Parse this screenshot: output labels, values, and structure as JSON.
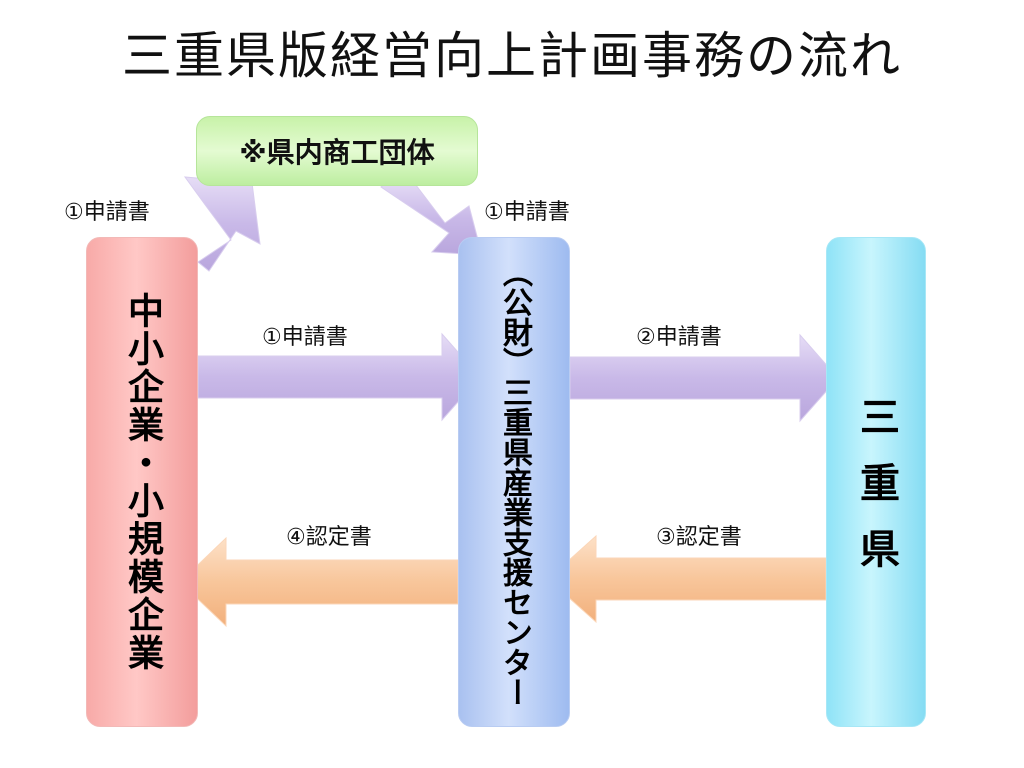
{
  "title": "三重県版経営向上計画事務の流れ",
  "nodes": {
    "sme": "中小企業・小規模企業",
    "center": "︵公財︶三重県産業支援センター",
    "prefecture": "三重県",
    "association": "※県内商工団体"
  },
  "labels": {
    "app_to_assoc": "①申請書",
    "app_from_assoc": "①申請書",
    "app_to_center": "①申請書",
    "app_to_pref": "②申請書",
    "cert_to_center": "③認定書",
    "cert_to_sme": "④認定書"
  },
  "colors": {
    "application_arrow": "#c8b7e6",
    "certificate_arrow": "#f6c197",
    "sme_box": "#fbb4b3",
    "center_box": "#bcd0f5",
    "prefecture_box": "#aeebf9",
    "association_box": "#d6f5be"
  }
}
